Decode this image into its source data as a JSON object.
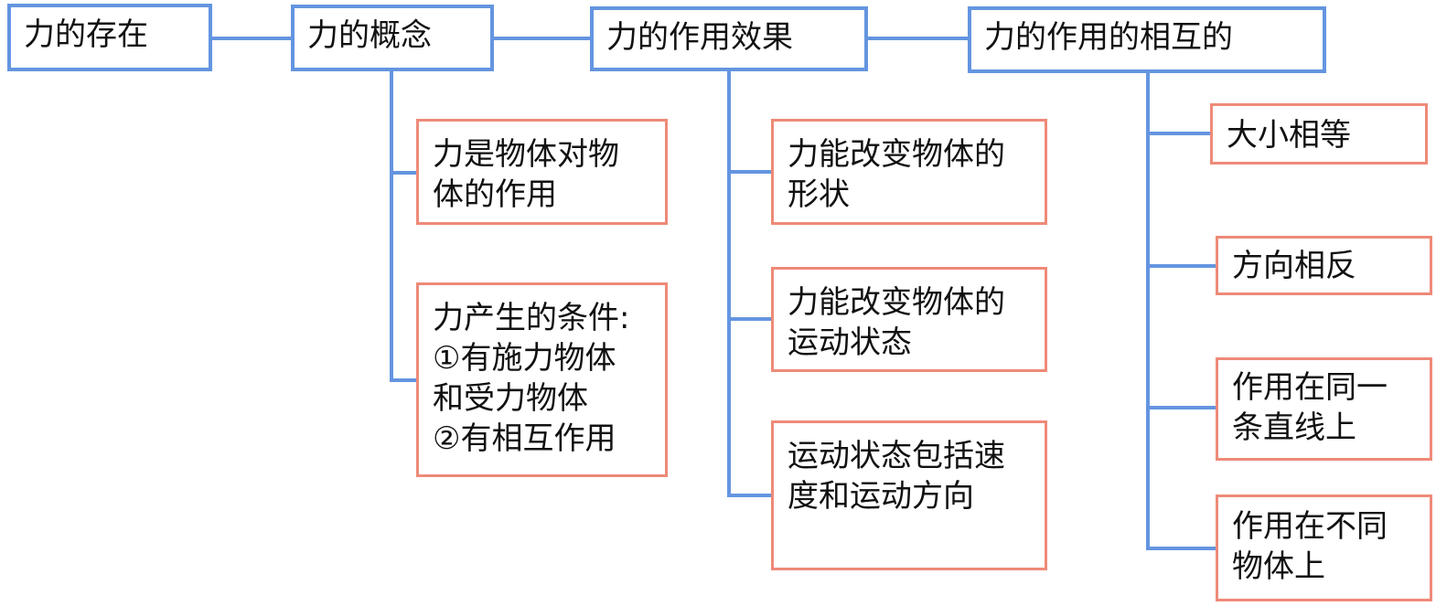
{
  "diagram": {
    "main_nodes": [
      {
        "id": "existence",
        "label": "力的存在"
      },
      {
        "id": "concept",
        "label": "力的概念"
      },
      {
        "id": "effect",
        "label": "力的作用效果"
      },
      {
        "id": "mutual",
        "label": "力的作用的相互的"
      }
    ],
    "concept_items": [
      {
        "lines": [
          "力是物体对物",
          "体的作用"
        ]
      },
      {
        "lines": [
          "力产生的条件:",
          "①有施力物体",
          "和受力物体",
          "②有相互作用"
        ]
      }
    ],
    "effect_items": [
      {
        "lines": [
          "力能改变物体的",
          "形状"
        ]
      },
      {
        "lines": [
          "力能改变物体的",
          "运动状态"
        ]
      },
      {
        "lines": [
          "运动状态包括速",
          "度和运动方向"
        ]
      }
    ],
    "mutual_items": [
      {
        "lines": [
          "大小相等"
        ]
      },
      {
        "lines": [
          "方向相反"
        ]
      },
      {
        "lines": [
          "作用在同一",
          "条直线上"
        ]
      },
      {
        "lines": [
          "作用在不同",
          "物体上"
        ]
      }
    ],
    "colors": {
      "main_border": "#6495e0",
      "sub_border": "#ee8a78",
      "connector": "#6495e0"
    }
  }
}
